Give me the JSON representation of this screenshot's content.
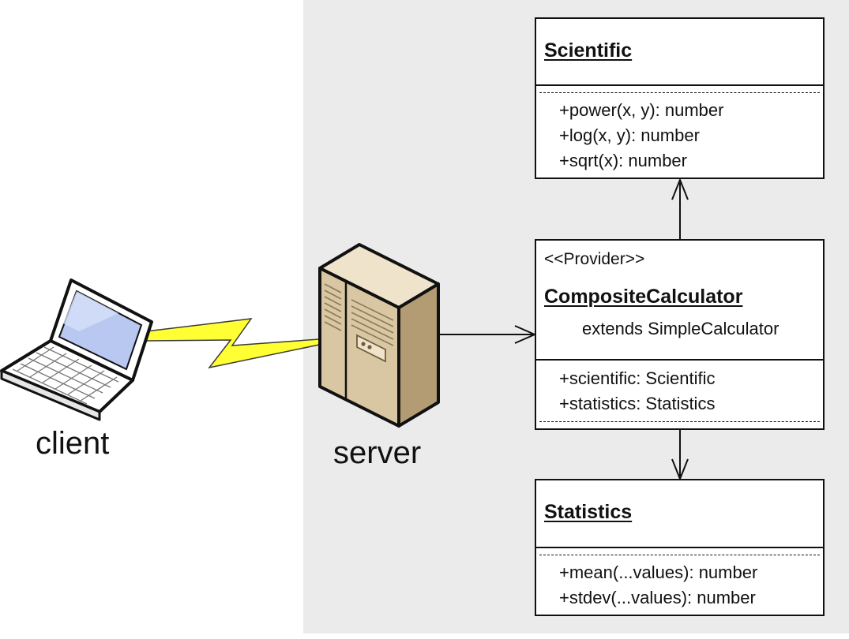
{
  "client": {
    "label": "client"
  },
  "server": {
    "label": "server"
  },
  "classes": {
    "scientific": {
      "name": "Scientific",
      "members": [
        "+power(x, y): number",
        "+log(x, y): number",
        "+sqrt(x): number"
      ]
    },
    "composite": {
      "stereotype": "<<Provider>>",
      "name": "CompositeCalculator",
      "extends": "extends SimpleCalculator",
      "members": [
        "+scientific: Scientific",
        "+statistics: Statistics"
      ]
    },
    "statistics": {
      "name": "Statistics",
      "members": [
        "+mean(...values): number",
        "+stdev(...values): number"
      ]
    }
  },
  "colors": {
    "server_zone": "#ebebeb",
    "lightning": "#ffff33",
    "server_body": "#d8c6a2",
    "laptop_screen": "#b9c8f0"
  },
  "icons": [
    "laptop-icon",
    "lightning-bolt-icon",
    "server-tower-icon"
  ]
}
